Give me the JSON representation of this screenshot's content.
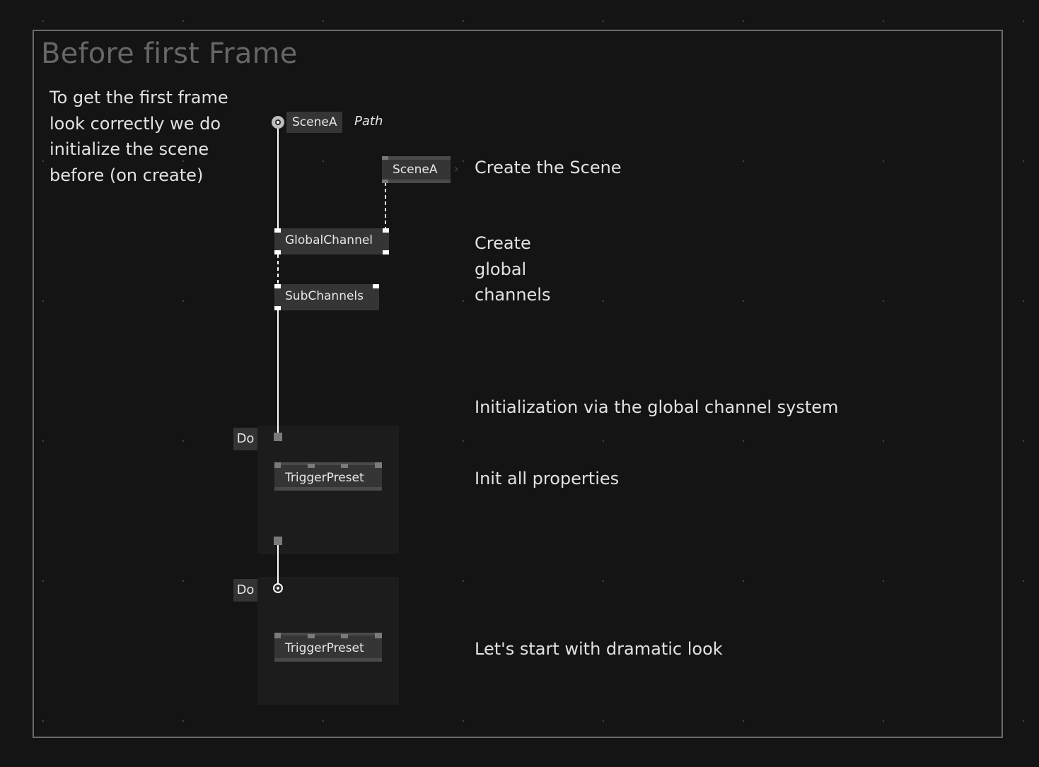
{
  "group": {
    "title": "Before first Frame"
  },
  "comments": {
    "intro": "To get the first frame\nlook correctly we do\ninitialize the scene\nbefore (on create)",
    "create_scene": "Create the Scene",
    "create_global_channels": "Create\nglobal\nchannels",
    "initialization": "Initialization via the global channel system",
    "init_properties": "Init all properties",
    "dramatic_look": "Let's start with dramatic look"
  },
  "nodes": {
    "scene_input": {
      "label": "SceneA",
      "type_label": "Path"
    },
    "scene_create": {
      "label": "SceneA",
      "chevron": "›"
    },
    "global_channel": {
      "label": "GlobalChannel"
    },
    "sub_channels": {
      "label": "SubChannels"
    },
    "trigger_preset_1": {
      "label": "TriggerPreset"
    },
    "trigger_preset_2": {
      "label": "TriggerPreset"
    }
  },
  "regions": {
    "do_1": {
      "label": "Do"
    },
    "do_2": {
      "label": "Do"
    }
  },
  "colors": {
    "background": "#141414",
    "frame": "#6a6a6a",
    "node": "#353535",
    "link": "#ffffff",
    "text": "#e2e2e2",
    "title": "#666666"
  }
}
